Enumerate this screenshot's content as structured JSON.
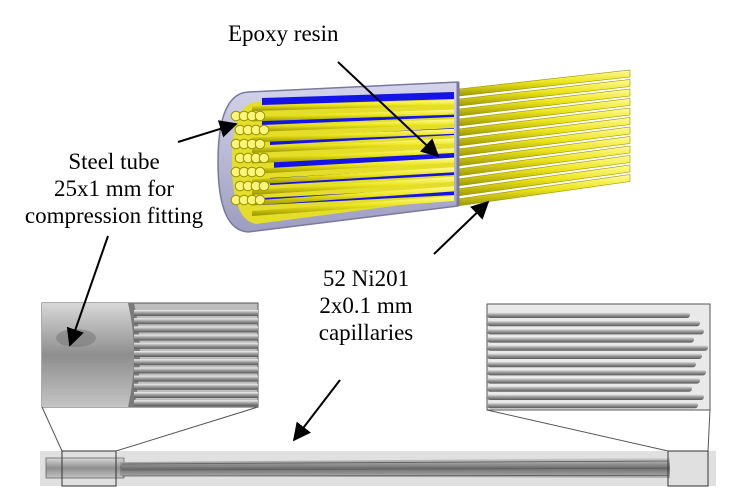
{
  "labels": {
    "epoxy": "Epoxy resin",
    "steel": [
      "Steel tube",
      "25x1 mm for",
      "compression fitting"
    ],
    "capillaries": [
      "52 Ni201",
      "2x0.1 mm",
      "capillaries"
    ]
  },
  "colors": {
    "capillary_yellow": "#e8e21a",
    "capillary_shadow": "#9a9400",
    "epoxy_blue": "#1414e6",
    "steel_tube": "#b9b9d6",
    "steel_outline": "#7878a0",
    "photo_metal": "#a8a8a8",
    "photo_frame": "#555555",
    "arrow": "#000000"
  },
  "components": {
    "capillary_count": 52,
    "rendering": "3D cutaway model",
    "photos": [
      "tube-end-closeup",
      "capillary-end-closeup",
      "full-assembly"
    ]
  }
}
